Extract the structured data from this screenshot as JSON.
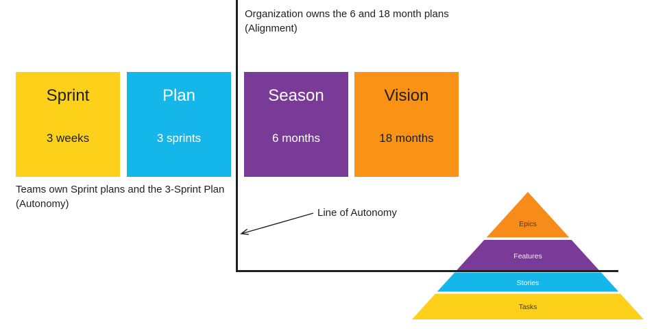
{
  "annotations": {
    "alignment_line1": "Organization owns the 6 and 18 month plans",
    "alignment_line2": "(Alignment)",
    "autonomy_line1": "Teams own Sprint plans and the 3-Sprint Plan",
    "autonomy_line2": "(Autonomy)",
    "line_of_autonomy": "Line of Autonomy"
  },
  "boxes": [
    {
      "title": "Sprint",
      "subtitle": "3 weeks",
      "bg": "#FDD11A",
      "fg": "#1E1E1E"
    },
    {
      "title": "Plan",
      "subtitle": "3 sprints",
      "bg": "#15B6EA",
      "fg": "#FFFFFF"
    },
    {
      "title": "Season",
      "subtitle": "6 months",
      "bg": "#7A3A97",
      "fg": "#FFFFFF"
    },
    {
      "title": "Vision",
      "subtitle": "18 months",
      "bg": "#FA9216",
      "fg": "#1E1E1E"
    }
  ],
  "pyramid": {
    "layers": [
      {
        "label": "Epics",
        "color": "#F78C1B",
        "label_color": "#4A380E"
      },
      {
        "label": "Features",
        "color": "#7A3A97",
        "label_color": "#F3EBF7"
      },
      {
        "label": "Stories",
        "color": "#15B6EA",
        "label_color": "#EDFAFE"
      },
      {
        "label": "Tasks",
        "color": "#FDD11A",
        "label_color": "#4A380E"
      }
    ]
  },
  "lines": {
    "color": "#1F1F1F"
  }
}
